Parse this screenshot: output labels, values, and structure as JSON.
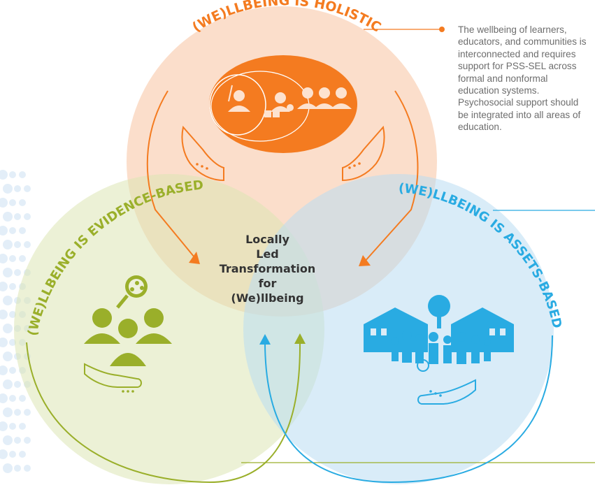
{
  "colors": {
    "holistic": "#f47b20",
    "evidence": "#9aaf2a",
    "assets": "#29abe2",
    "holistic_bg": "#fbe0d0",
    "evidence_bg": "#eef1dc",
    "assets_bg": "#dcecf7",
    "text": "#333333",
    "note_text": "#6d6d6d",
    "dots": "#e3eef8"
  },
  "circles": {
    "holistic": {
      "label": "(WE)LLBEING IS HOLISTIC",
      "icon": "classroom-community-icon"
    },
    "evidence": {
      "label": "(WE)LLBEING IS EVIDENCE-BASED",
      "icon": "research-magnifier-icon"
    },
    "assets": {
      "label": "(WE)LLBEING IS ASSETS-BASED",
      "icon": "community-school-icon"
    }
  },
  "center": {
    "lines": [
      "Locally",
      "Led",
      "Transformation",
      "for",
      "(We)llbeing"
    ]
  },
  "note": {
    "text": "The wellbeing of learners, educators, and communities is interconnected and requires support for PSS-SEL across formal and nonformal education systems. Psychosocial support should be integrated into all areas of education."
  }
}
